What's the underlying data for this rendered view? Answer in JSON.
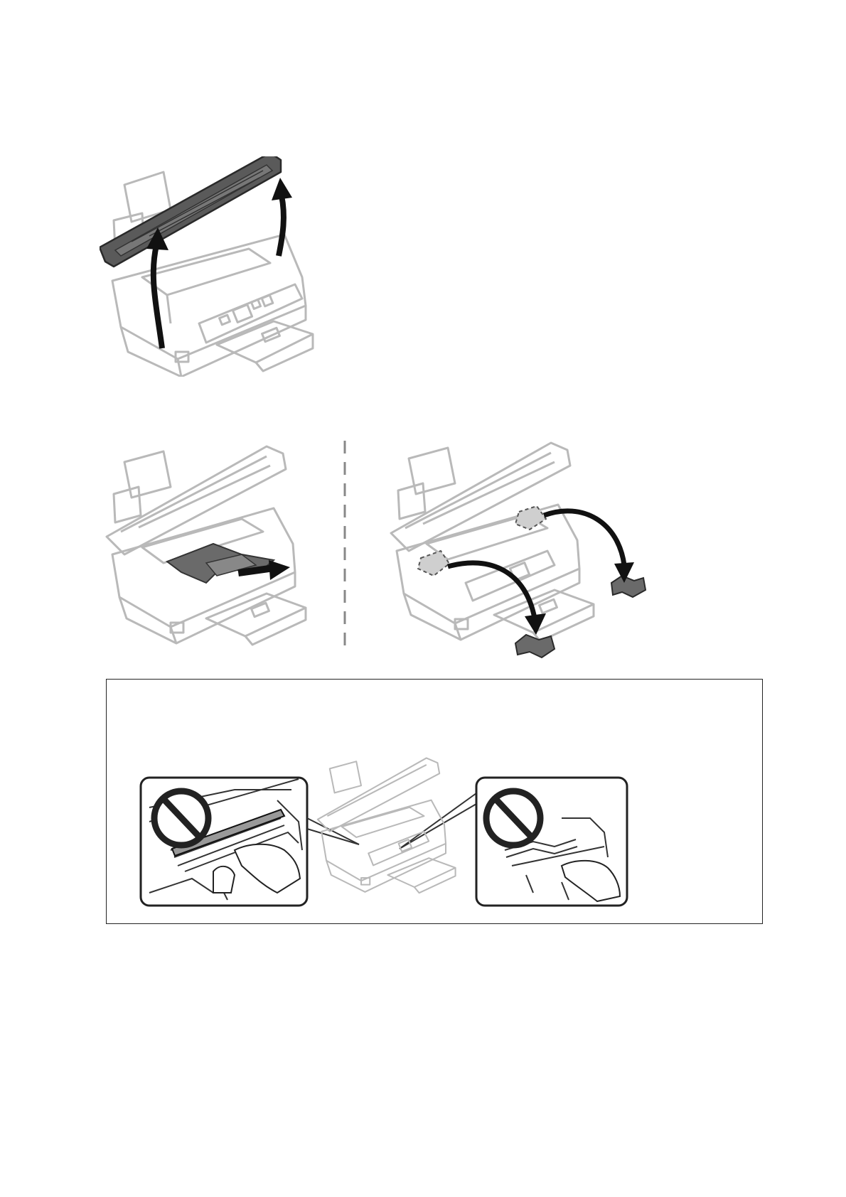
{
  "page": {
    "background": "#ffffff"
  },
  "colors": {
    "line": "#b9b9b9",
    "dark": "#555555",
    "arrow": "#111111",
    "warn": "#222222"
  },
  "figures": [
    {
      "name": "step-open-scanner-unit",
      "icons": [
        "printer-icon",
        "scanner-lid-icon",
        "lift-arrow-icon"
      ]
    },
    {
      "name": "step-remove-jammed-paper",
      "icons": [
        "printer-icon",
        "jammed-paper-icon",
        "pull-arrow-icon"
      ]
    },
    {
      "name": "step-remove-torn-pieces",
      "icons": [
        "printer-icon",
        "torn-paper-icon",
        "discard-arrow-icon"
      ]
    }
  ],
  "notice": {
    "icons": [
      "prohibited-icon",
      "flat-cable-icon",
      "hand-icon",
      "prohibited-icon",
      "ink-tube-icon",
      "hand-icon"
    ]
  }
}
